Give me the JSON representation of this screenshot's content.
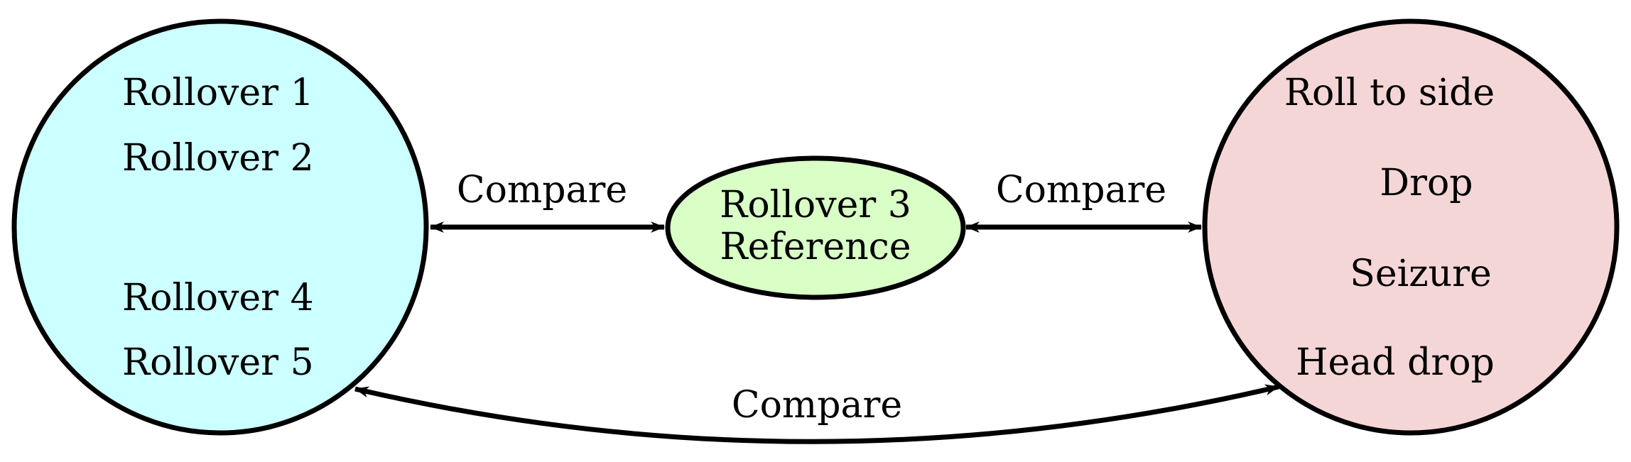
{
  "colors": {
    "left_circle_fill": "#ccffff",
    "center_ellipse_fill": "#d9ffc7",
    "right_circle_fill": "#f5d6d6",
    "stroke": "#000000"
  },
  "left_group": {
    "items": [
      "Rollover 1",
      "Rollover 2",
      "Rollover 4",
      "Rollover 5"
    ]
  },
  "center": {
    "line1": "Rollover 3",
    "line2": "Reference"
  },
  "right_group": {
    "items": [
      "Roll to side",
      "Drop",
      "Seizure",
      "Head drop"
    ]
  },
  "edges": {
    "left_center_label": "Compare",
    "center_right_label": "Compare",
    "bottom_label": "Compare"
  }
}
